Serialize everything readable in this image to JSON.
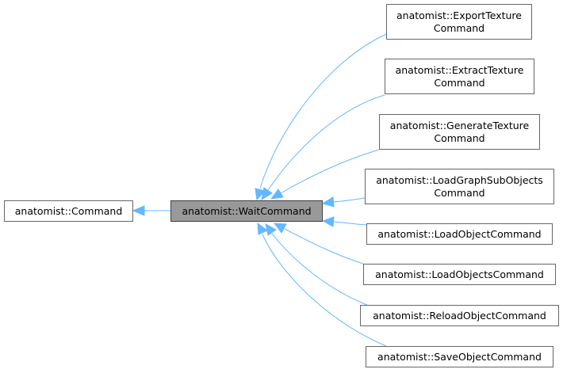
{
  "diagram": {
    "nodes": {
      "command": {
        "lines": [
          "anatomist::Command"
        ]
      },
      "wait_command": {
        "lines": [
          "anatomist::WaitCommand"
        ]
      },
      "export_texture": {
        "lines": [
          "anatomist::ExportTexture",
          "Command"
        ]
      },
      "extract_texture": {
        "lines": [
          "anatomist::ExtractTexture",
          "Command"
        ]
      },
      "generate_texture": {
        "lines": [
          "anatomist::GenerateTexture",
          "Command"
        ]
      },
      "load_graph_sub_objects": {
        "lines": [
          "anatomist::LoadGraphSubObjects",
          "Command"
        ]
      },
      "load_object": {
        "lines": [
          "anatomist::LoadObjectCommand"
        ]
      },
      "load_objects": {
        "lines": [
          "anatomist::LoadObjectsCommand"
        ]
      },
      "reload_object": {
        "lines": [
          "anatomist::ReloadObjectCommand"
        ]
      },
      "save_object": {
        "lines": [
          "anatomist::SaveObjectCommand"
        ]
      }
    },
    "edges": [
      {
        "from": "wait_command",
        "to": "command"
      },
      {
        "from": "export_texture",
        "to": "wait_command"
      },
      {
        "from": "extract_texture",
        "to": "wait_command"
      },
      {
        "from": "generate_texture",
        "to": "wait_command"
      },
      {
        "from": "load_graph_sub_objects",
        "to": "wait_command"
      },
      {
        "from": "load_object",
        "to": "wait_command"
      },
      {
        "from": "load_objects",
        "to": "wait_command"
      },
      {
        "from": "reload_object",
        "to": "wait_command"
      },
      {
        "from": "save_object",
        "to": "wait_command"
      }
    ],
    "colors": {
      "edge": "#63b8ff",
      "node_border": "#666666",
      "highlight_fill": "#999999"
    }
  }
}
